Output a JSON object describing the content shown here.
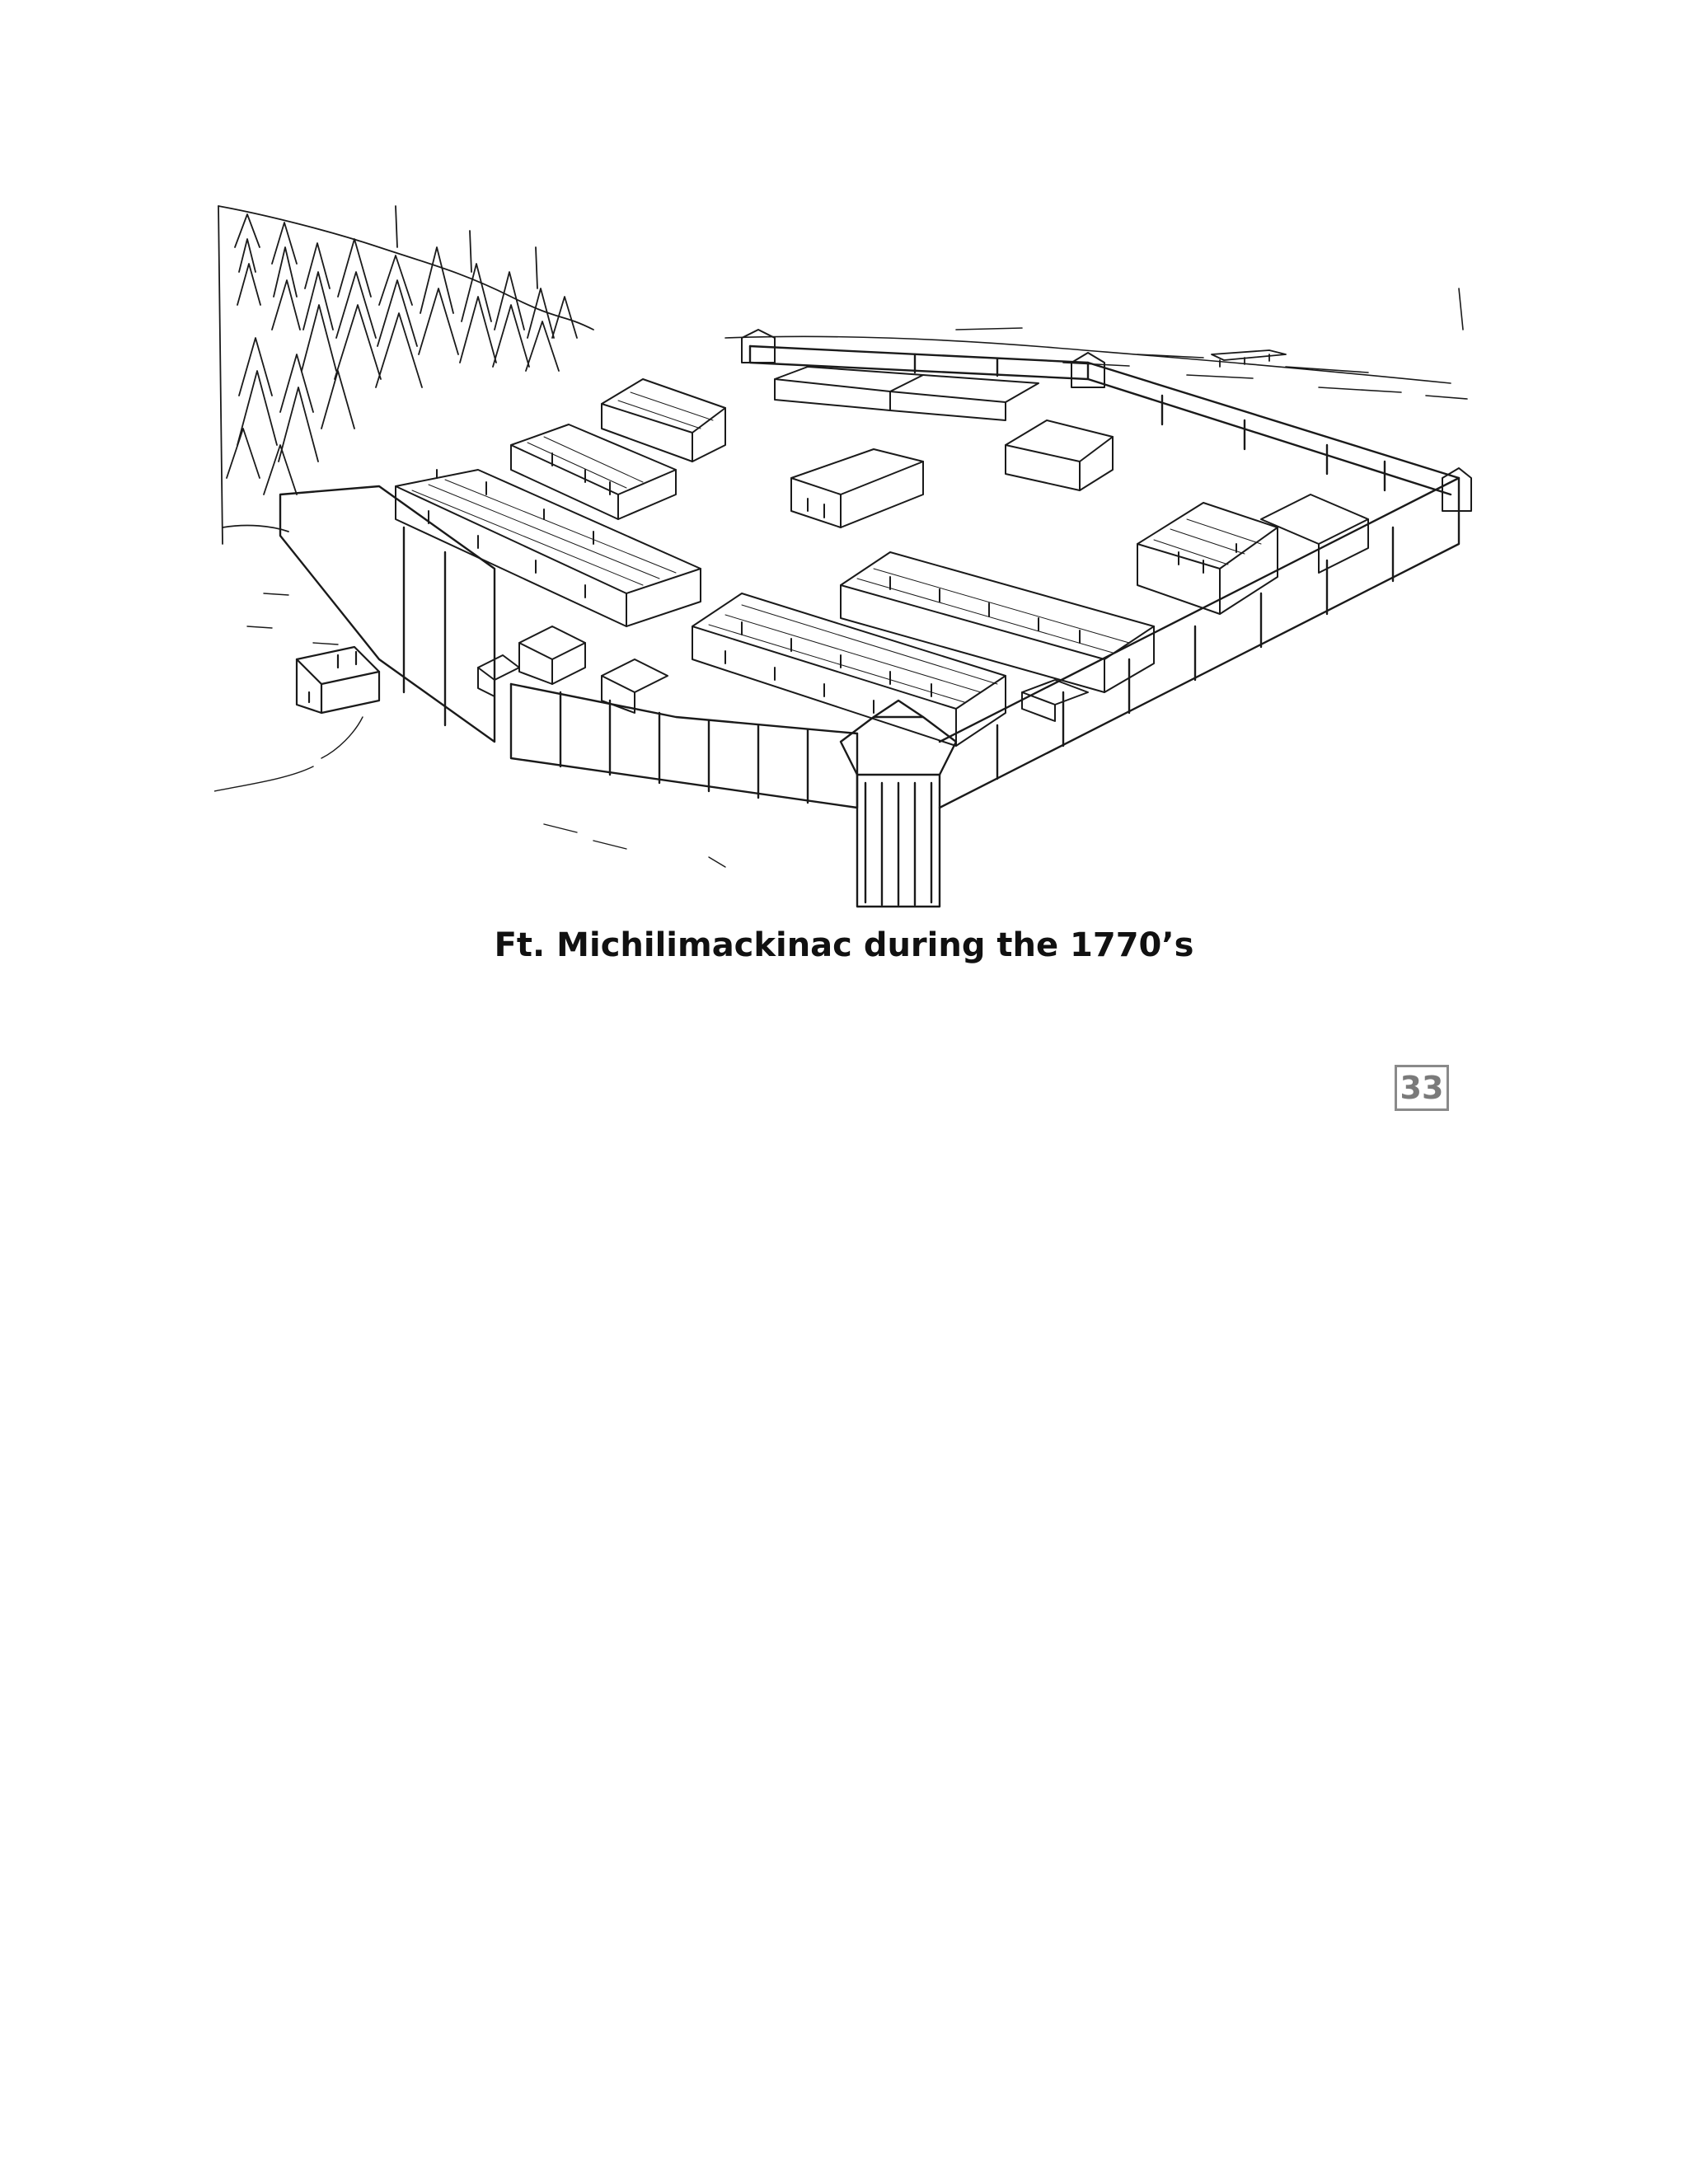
{
  "figure": {
    "caption": "Ft. Michilimackinac during the 1770’s",
    "illustration_icon": "fort-sketch-illustration"
  },
  "footer": {
    "page_number": "33"
  }
}
